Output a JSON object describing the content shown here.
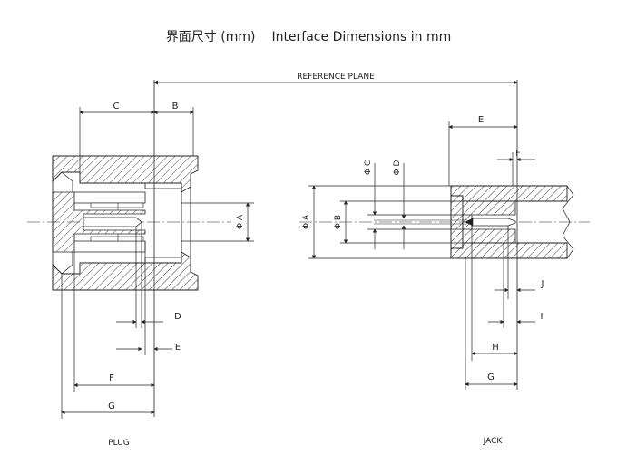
{
  "title": {
    "cn": "界面尺寸 (mm)",
    "en": "Interface Dimensions in mm"
  },
  "reference_plane": "REFERENCE PLANE",
  "plug": {
    "caption": "PLUG",
    "labels": {
      "B": "B",
      "C": "C",
      "D": "D",
      "E": "E",
      "F": "F",
      "G": "G",
      "A": "Φ A"
    }
  },
  "jack": {
    "caption": "JACK",
    "labels": {
      "A": "Φ A",
      "B": "Φ B",
      "C": "Φ C",
      "D": "Φ D",
      "E": "E",
      "F": "F",
      "G": "G",
      "H": "H",
      "I": "I",
      "J": "J"
    }
  },
  "colors": {
    "line": "#222222",
    "hatch": "#444444"
  }
}
